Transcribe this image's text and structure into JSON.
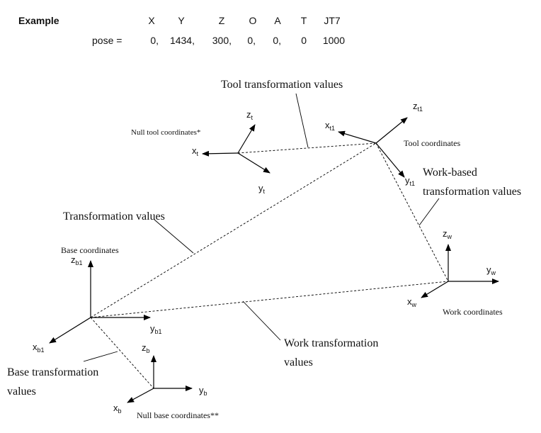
{
  "example": {
    "label": "Example",
    "headers": [
      "X",
      "Y",
      "Z",
      "O",
      "A",
      "T",
      "JT7"
    ],
    "pose_label": "pose =",
    "values": [
      "0,",
      "1434,",
      "300,",
      "0,",
      "0,",
      "0",
      "1000"
    ]
  },
  "frames": {
    "null_tool": {
      "name": "Null tool coordinates*",
      "x": "x",
      "x_sub": "t",
      "y": "y",
      "y_sub": "t",
      "z": "z",
      "z_sub": "t"
    },
    "tool": {
      "name": "Tool coordinates",
      "x": "x",
      "x_sub": "t1",
      "y": "y",
      "y_sub": "t1",
      "z": "z",
      "z_sub": "t1"
    },
    "base": {
      "name": "Base coordinates",
      "x": "x",
      "x_sub": "b1",
      "y": "y",
      "y_sub": "b1",
      "z": "z",
      "z_sub": "b1"
    },
    "null_base": {
      "name": "Null base coordinates**",
      "x": "x",
      "x_sub": "b",
      "y": "y",
      "y_sub": "b",
      "z": "z",
      "z_sub": "b"
    },
    "work": {
      "name": "Work coordinates",
      "x": "x",
      "x_sub": "w",
      "y": "y",
      "y_sub": "w",
      "z": "z",
      "z_sub": "w"
    }
  },
  "annotations": {
    "tool_transformation": "Tool transformation values",
    "transformation": "Transformation values",
    "work_based_line1": "Work-based",
    "work_based_line2": "transformation values",
    "work_transformation_line1": "Work transformation",
    "work_transformation_line2": "values",
    "base_transformation_line1": "Base transformation",
    "base_transformation_line2": "values"
  }
}
